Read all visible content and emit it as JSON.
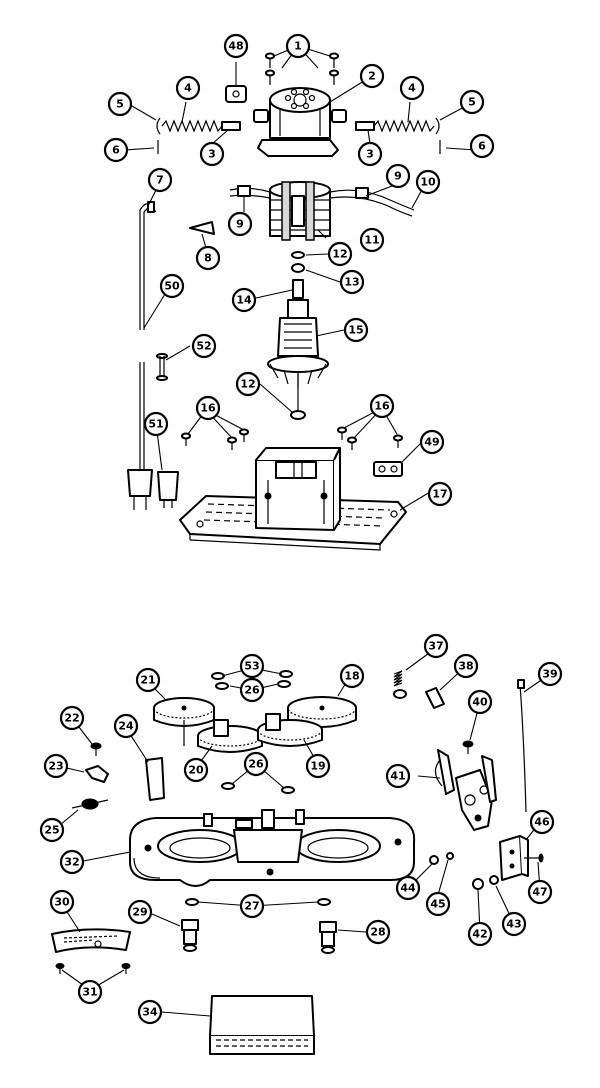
{
  "callouts": [
    {
      "id": "c1",
      "label": "1"
    },
    {
      "id": "c2",
      "label": "2"
    },
    {
      "id": "c3a",
      "label": "3"
    },
    {
      "id": "c3b",
      "label": "3"
    },
    {
      "id": "c4a",
      "label": "4"
    },
    {
      "id": "c4b",
      "label": "4"
    },
    {
      "id": "c5a",
      "label": "5"
    },
    {
      "id": "c5b",
      "label": "5"
    },
    {
      "id": "c6a",
      "label": "6"
    },
    {
      "id": "c6b",
      "label": "6"
    },
    {
      "id": "c7",
      "label": "7"
    },
    {
      "id": "c8",
      "label": "8"
    },
    {
      "id": "c9a",
      "label": "9"
    },
    {
      "id": "c9b",
      "label": "9"
    },
    {
      "id": "c10",
      "label": "10"
    },
    {
      "id": "c11",
      "label": "11"
    },
    {
      "id": "c12a",
      "label": "12"
    },
    {
      "id": "c12b",
      "label": "12"
    },
    {
      "id": "c13",
      "label": "13"
    },
    {
      "id": "c14",
      "label": "14"
    },
    {
      "id": "c15",
      "label": "15"
    },
    {
      "id": "c16a",
      "label": "16"
    },
    {
      "id": "c16b",
      "label": "16"
    },
    {
      "id": "c17",
      "label": "17"
    },
    {
      "id": "c18",
      "label": "18"
    },
    {
      "id": "c19",
      "label": "19"
    },
    {
      "id": "c20",
      "label": "20"
    },
    {
      "id": "c21",
      "label": "21"
    },
    {
      "id": "c22",
      "label": "22"
    },
    {
      "id": "c23",
      "label": "23"
    },
    {
      "id": "c24",
      "label": "24"
    },
    {
      "id": "c25",
      "label": "25"
    },
    {
      "id": "c26a",
      "label": "26"
    },
    {
      "id": "c26b",
      "label": "26"
    },
    {
      "id": "c27",
      "label": "27"
    },
    {
      "id": "c28",
      "label": "28"
    },
    {
      "id": "c29",
      "label": "29"
    },
    {
      "id": "c30",
      "label": "30"
    },
    {
      "id": "c31",
      "label": "31"
    },
    {
      "id": "c32",
      "label": "32"
    },
    {
      "id": "c34",
      "label": "34"
    },
    {
      "id": "c37",
      "label": "37"
    },
    {
      "id": "c38",
      "label": "38"
    },
    {
      "id": "c39",
      "label": "39"
    },
    {
      "id": "c40",
      "label": "40"
    },
    {
      "id": "c41",
      "label": "41"
    },
    {
      "id": "c42",
      "label": "42"
    },
    {
      "id": "c43",
      "label": "43"
    },
    {
      "id": "c44",
      "label": "44"
    },
    {
      "id": "c45",
      "label": "45"
    },
    {
      "id": "c46",
      "label": "46"
    },
    {
      "id": "c47",
      "label": "47"
    },
    {
      "id": "c48",
      "label": "48"
    },
    {
      "id": "c49",
      "label": "49"
    },
    {
      "id": "c50",
      "label": "50"
    },
    {
      "id": "c51",
      "label": "51"
    },
    {
      "id": "c52",
      "label": "52"
    },
    {
      "id": "c53",
      "label": "53"
    }
  ]
}
